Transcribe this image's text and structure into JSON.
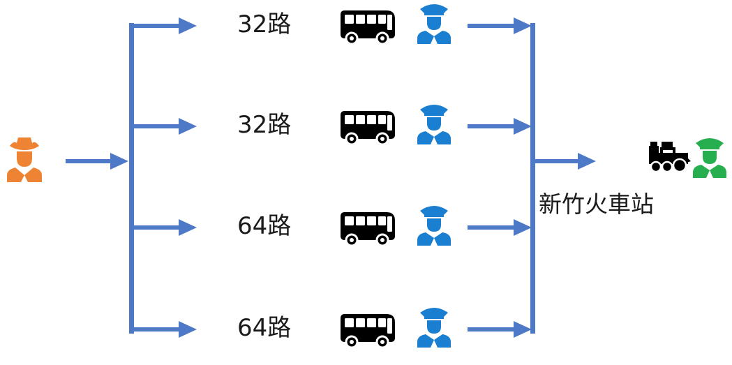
{
  "colors": {
    "arrow": "#4e79c7",
    "passenger": "#ee8433",
    "driver": "#1a7fd0",
    "train_driver": "#27ae4f",
    "vehicle": "#000000"
  },
  "icons": {
    "passenger": "cowboy-passenger-icon",
    "bus": "bus-icon",
    "driver": "bus-driver-icon",
    "train": "locomotive-icon",
    "train_driver": "train-conductor-icon"
  },
  "routes": [
    {
      "label": "32路"
    },
    {
      "label": "32路"
    },
    {
      "label": "64路"
    },
    {
      "label": "64路"
    }
  ],
  "destination": {
    "label": "新竹火車站"
  }
}
